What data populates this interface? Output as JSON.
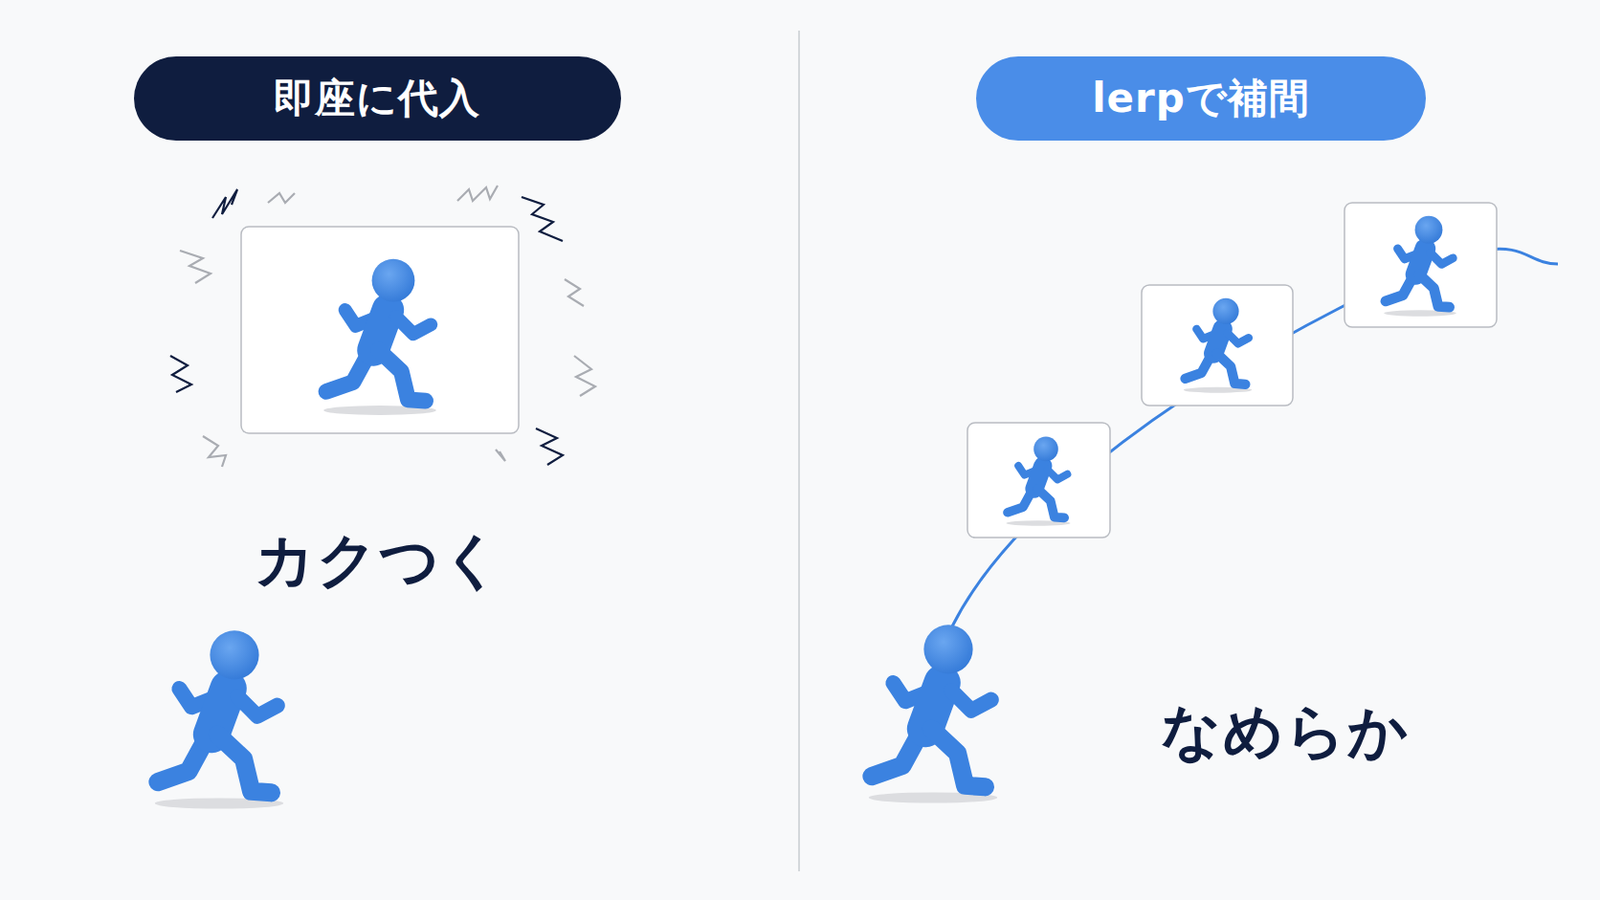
{
  "diagram": {
    "nodes": [
      {
        "text": [
          "即座に代入"
        ]
      },
      {
        "text": [
          "lerpで補間"
        ]
      }
    ],
    "labels": [
      "カクつく",
      "なめらか"
    ]
  }
}
